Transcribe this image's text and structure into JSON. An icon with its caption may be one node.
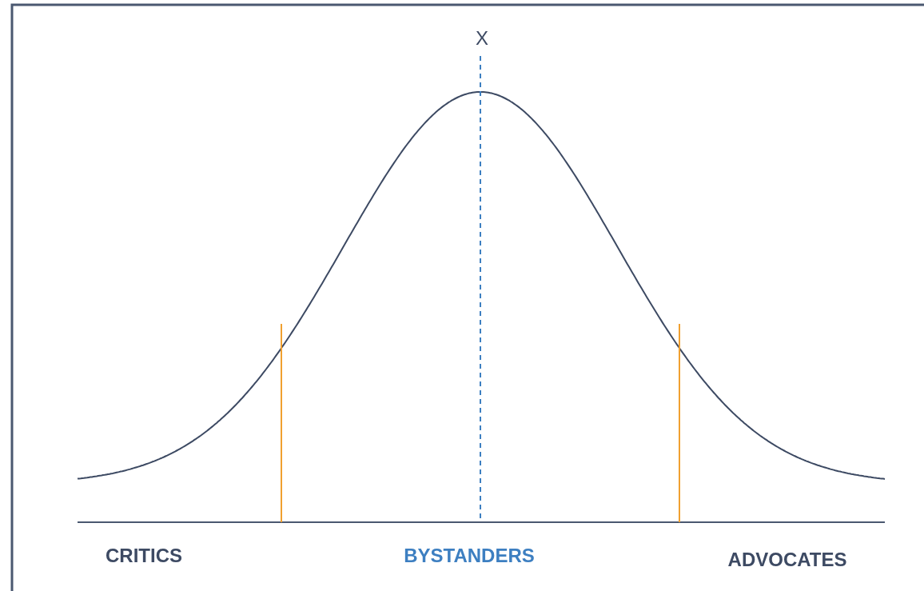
{
  "diagram": {
    "labels": [
      "X",
      "CRITICS",
      "BYSTANDERS",
      "ADVOCATES"
    ]
  }
}
